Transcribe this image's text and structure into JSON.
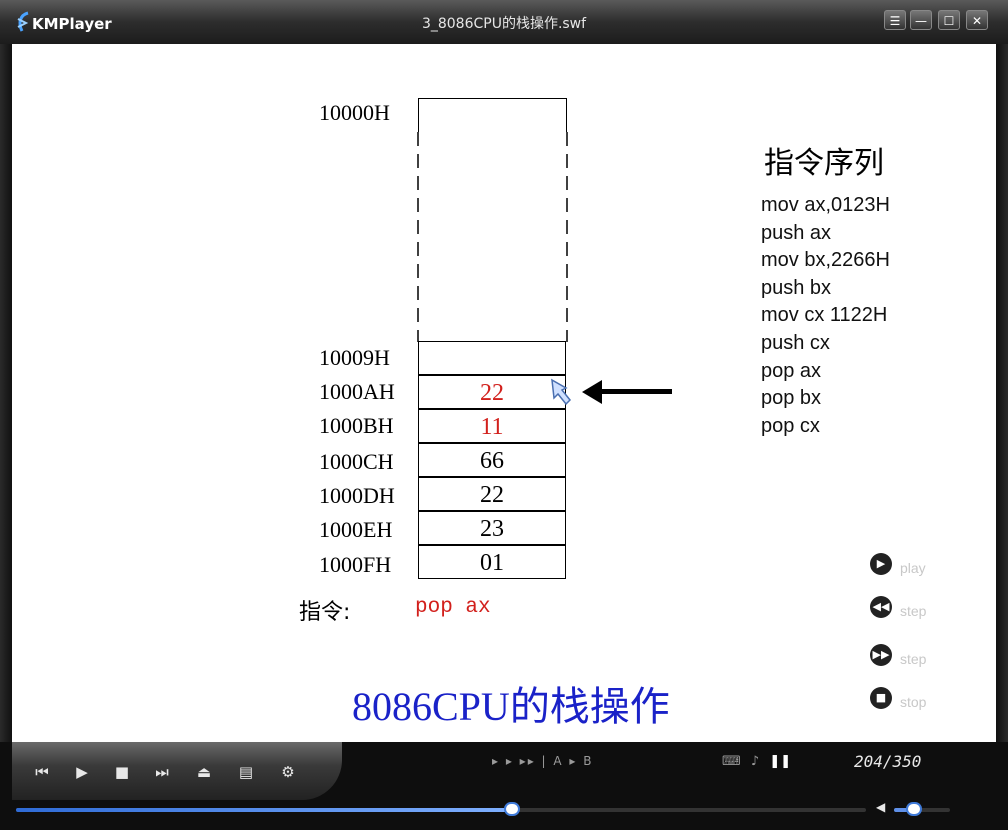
{
  "window": {
    "app_name": "KMPlayer",
    "file_title": "3_8086CPU的栈操作.swf",
    "buttons": {
      "menu": "☰",
      "minimize": "—",
      "maximize": "☐",
      "close": "✕"
    }
  },
  "slide": {
    "top_address": "10000H",
    "addresses": [
      "10009H",
      "1000AH",
      "1000BH",
      "1000CH",
      "1000DH",
      "1000EH",
      "1000FH"
    ],
    "cells": [
      {
        "value": "",
        "color": "#000000"
      },
      {
        "value": "22",
        "color": "#d2201c"
      },
      {
        "value": "11",
        "color": "#d2201c"
      },
      {
        "value": "66",
        "color": "#000000"
      },
      {
        "value": "22",
        "color": "#000000"
      },
      {
        "value": "23",
        "color": "#000000"
      },
      {
        "value": "01",
        "color": "#000000"
      }
    ],
    "instructions_title": "指令序列",
    "instructions": [
      "mov ax,0123H",
      "push ax",
      "mov bx,2266H",
      "push bx",
      "mov cx 1122H",
      "push cx",
      "pop ax",
      "pop bx",
      "pop cx"
    ],
    "current_label": "指令:",
    "current_instruction": "pop ax",
    "title": "8086CPU的栈操作",
    "controls": [
      {
        "icon": "play-icon",
        "label": "play"
      },
      {
        "icon": "step-back-icon",
        "label": "step"
      },
      {
        "icon": "step-forward-icon",
        "label": "step"
      },
      {
        "icon": "stop-icon",
        "label": "stop"
      }
    ]
  },
  "player": {
    "ab_repeat_text": "▸ ▸ ▸▸ | A ▸ B",
    "time": "204/350",
    "seek_fraction": 0.583,
    "volume_fraction": 0.35
  }
}
